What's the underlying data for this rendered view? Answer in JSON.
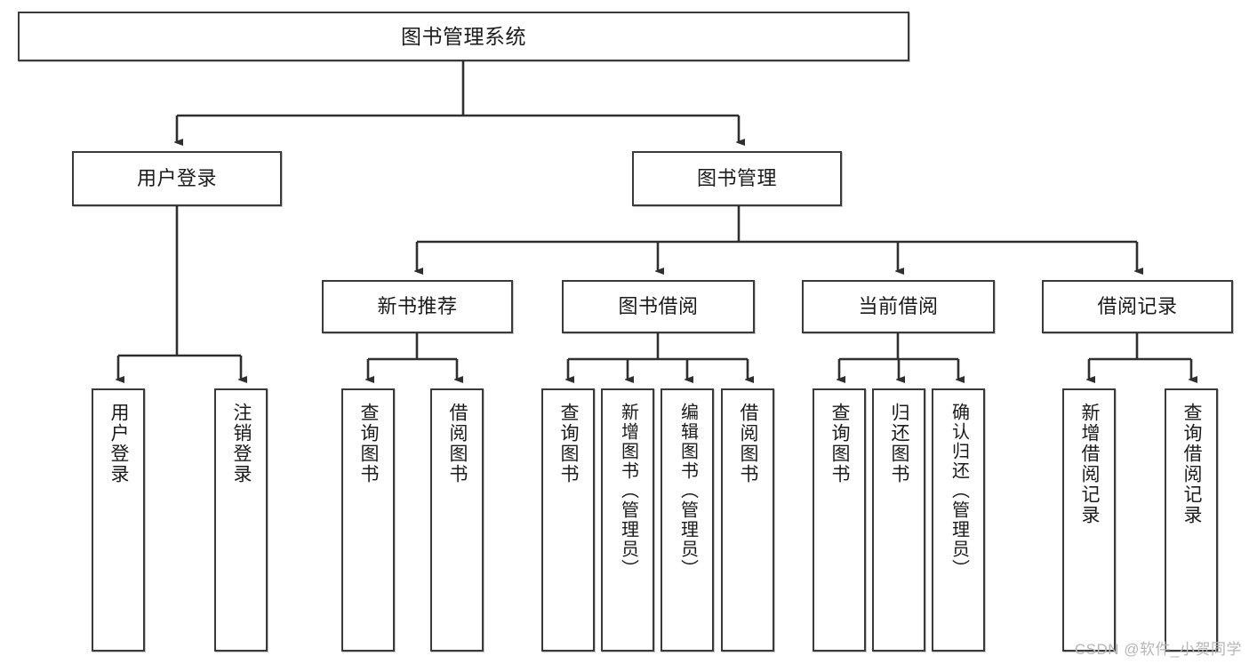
{
  "diagram": {
    "title": "图书管理系统",
    "type": "tree",
    "orientation": "top-down",
    "colors": {
      "box_border": "#3a3a3a",
      "box_fill": "#ffffff",
      "connector": "#2f2f2f",
      "text": "#1b1b1b",
      "watermark": "#b6b6b6"
    }
  },
  "watermark": {
    "text": "CSDN @软件_小贺同学"
  },
  "nodes": {
    "root": {
      "label": "图书管理系统"
    },
    "level2": [
      {
        "label": "用户登录"
      },
      {
        "label": "图书管理"
      }
    ],
    "level3": [
      {
        "label": "新书推荐"
      },
      {
        "label": "图书借阅"
      },
      {
        "label": "当前借阅"
      },
      {
        "label": "借阅记录"
      }
    ],
    "leaves": {
      "user_login": [
        {
          "label": "用户登录"
        },
        {
          "label": "注销登录"
        }
      ],
      "new_book_recommend": [
        {
          "label": "查询图书"
        },
        {
          "label": "借阅图书"
        }
      ],
      "book_borrow": [
        {
          "label": "查询图书"
        },
        {
          "label": "新增图书（管理员）"
        },
        {
          "label": "编辑图书（管理员）"
        },
        {
          "label": "借阅图书"
        }
      ],
      "current_borrow": [
        {
          "label": "查询图书"
        },
        {
          "label": "归还图书"
        },
        {
          "label": "确认归还（管理员）"
        }
      ],
      "borrow_record": [
        {
          "label": "新增借阅记录"
        },
        {
          "label": "查询借阅记录"
        }
      ]
    }
  }
}
